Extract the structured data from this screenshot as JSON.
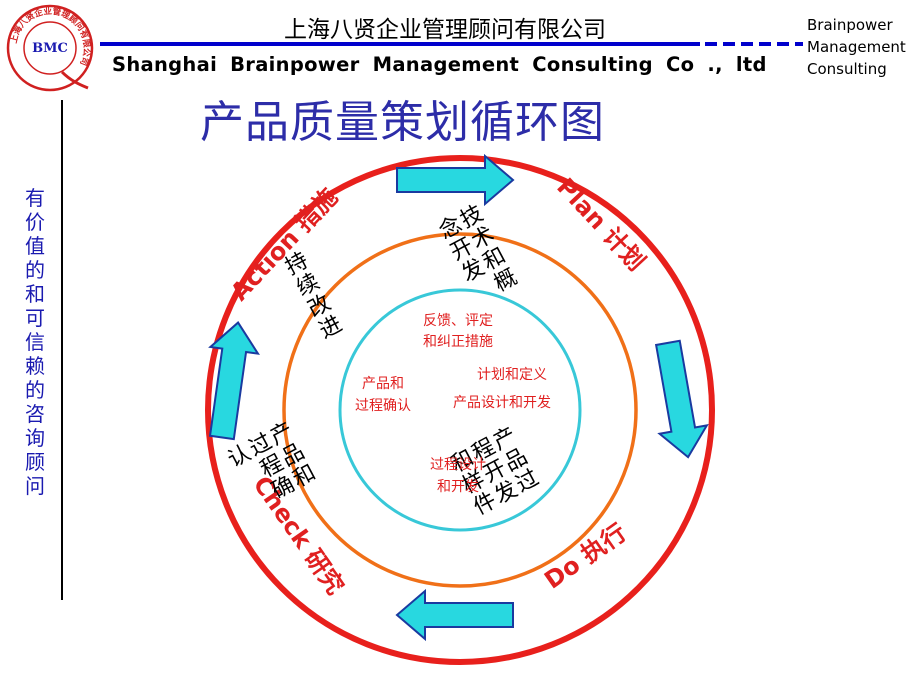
{
  "header": {
    "logo_text": "BMC",
    "logo_ring_text": "上海八贤企业管理顾问有限公司",
    "company_cn": "上海八贤企业管理顾问有限公司",
    "company_en": "Shanghai Brainpower Management Consulting Co ., ltd",
    "brand_lines": [
      "Brainpower",
      "Management",
      "Consulting"
    ]
  },
  "title": "产品质量策划循环图",
  "side_slogan": [
    "有",
    "价",
    "值",
    "的",
    "和",
    "可",
    "信",
    "赖",
    "的",
    "咨",
    "询",
    "顾",
    "问"
  ],
  "diagram": {
    "outer_labels": {
      "plan": "Plan 计划",
      "do": "Do 执行",
      "check": "Check 研究",
      "action": "Action 措施"
    },
    "middle_labels": {
      "tech": "技术和概念开发",
      "prod": "产品过程开发和样件",
      "confirm": "产品和过程确认",
      "feedback": "持续改进"
    },
    "inner_labels": {
      "feedback": [
        "反馈、评定",
        "和纠正措施"
      ],
      "plan": "计划和定义",
      "design": "产品设计和开发",
      "confirm": [
        "产品和",
        "过程确认"
      ],
      "process": [
        "过程设计",
        "和开发"
      ]
    },
    "colors": {
      "outer_ring": "#e8201c",
      "middle_ring": "#f07018",
      "inner_ring": "#38c8d8",
      "arrow_fill": "#28d8e0",
      "arrow_stroke": "#1a3aa0",
      "outer_text": "#e02020",
      "inner_text": "#e02020",
      "middle_text": "#000000",
      "title": "#2d2da8",
      "slogan": "#1a1ab0",
      "rule": "#0000cc"
    }
  }
}
